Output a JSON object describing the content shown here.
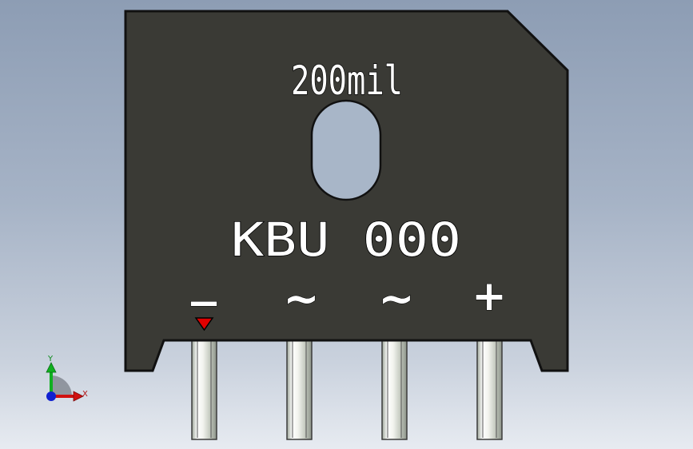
{
  "part": {
    "size_label": "200mil",
    "model_label": "KBU 000"
  },
  "pins": [
    {
      "marking": "—"
    },
    {
      "marking": "~"
    },
    {
      "marking": "~"
    },
    {
      "marking": "+"
    }
  ],
  "triad": {
    "x_label": "X",
    "y_label": "Y"
  },
  "colors": {
    "body": "#3a3a35",
    "background_top": "#8d9db4",
    "background_bottom": "#e7ebf1",
    "marker_red": "#e00000",
    "x_axis": "#d01010",
    "y_axis": "#10b020",
    "z_axis": "#1020d0"
  }
}
